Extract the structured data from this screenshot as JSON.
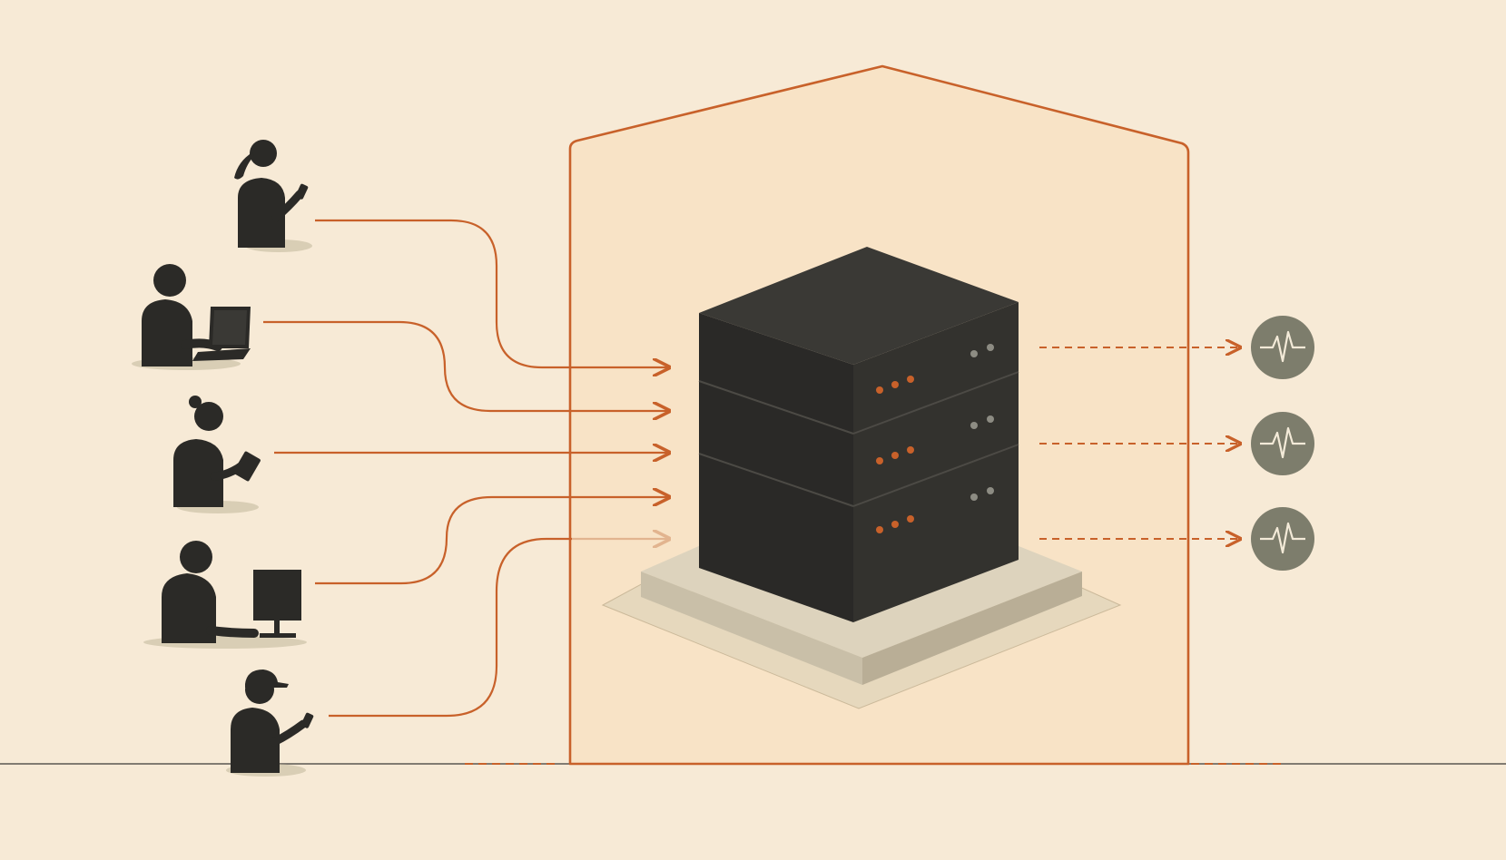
{
  "colors": {
    "background": "#f7ead6",
    "house_fill": "#f8e3c6",
    "accent": "#c8612a",
    "silhouette": "#2b2a27",
    "server": "#2d2c29",
    "server_top": "#3a3935",
    "server_led": "#c8612a",
    "status_led": "#8d8c83",
    "monitor_circle": "#7d7d6c",
    "monitor_wave": "#f3ead8",
    "base_light": "#ddd3bd",
    "base_dark": "#b9ae96",
    "ground_line": "#5a5650"
  },
  "users": [
    {
      "id": "woman-phone",
      "device": "phone-icon"
    },
    {
      "id": "man-laptop",
      "device": "laptop-icon"
    },
    {
      "id": "woman-tablet",
      "device": "tablet-icon"
    },
    {
      "id": "man-desktop",
      "device": "desktop-monitor-icon"
    },
    {
      "id": "man-cap-phone",
      "device": "phone-icon"
    }
  ],
  "server": {
    "units": 3
  },
  "monitors": {
    "count": 3,
    "icon": "heartbeat-icon"
  }
}
